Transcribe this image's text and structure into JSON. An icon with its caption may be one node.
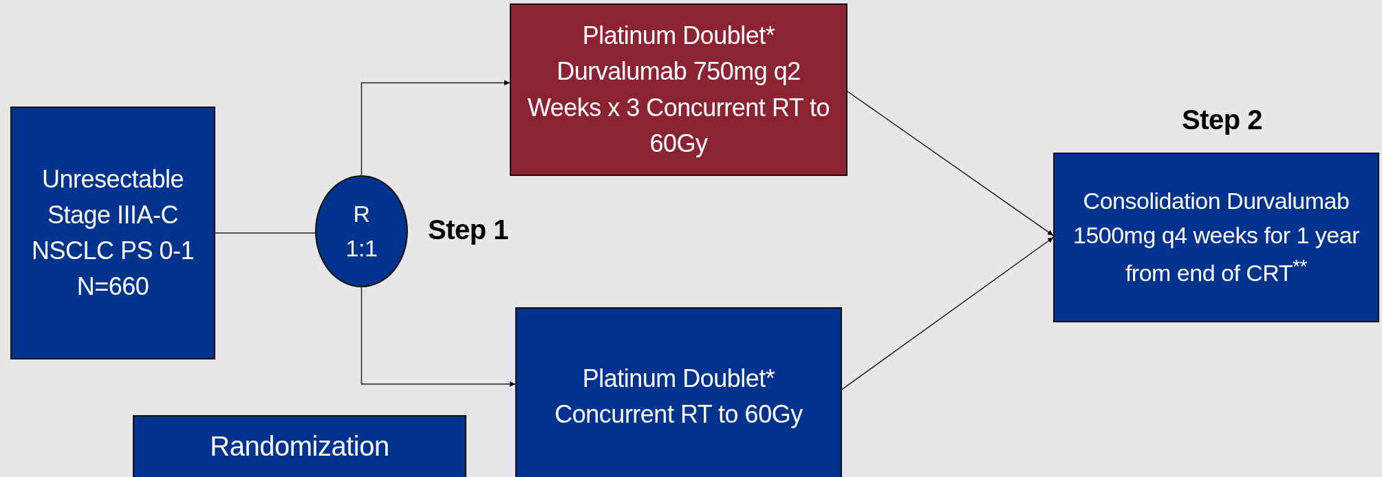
{
  "diagram": {
    "nodes": [
      {
        "text": [
          "Unresectable Stage IIIA-C NSCLC PS 0-1 N=660"
        ]
      },
      {
        "text": [
          "R 1:1"
        ],
        "beside": [
          "Step 1"
        ]
      },
      {
        "text": [
          "Platinum Doublet* Durvalumab 750mg q2 Weeks x 3 Concurrent RT to 60Gy"
        ]
      },
      {
        "text": [
          "Platinum Doublet* Concurrent RT to 60Gy"
        ]
      },
      {
        "text": [
          "Consolidation Durvalumab 1500mg q4 weeks for 1 year from end of CRT$^{**}$"
        ],
        "beside": [
          "Step 2"
        ]
      },
      {
        "text": [
          "Randomization"
        ]
      }
    ],
    "edges": [
      {
        "from": 0,
        "to": 1,
        "arrow": "none"
      },
      {
        "from": 1,
        "to": 2,
        "arrow": "to"
      },
      {
        "from": 1,
        "to": 3,
        "arrow": "to"
      },
      {
        "from": 2,
        "to": 4,
        "arrow": "to"
      },
      {
        "from": 3,
        "to": 4,
        "arrow": "to"
      }
    ]
  }
}
